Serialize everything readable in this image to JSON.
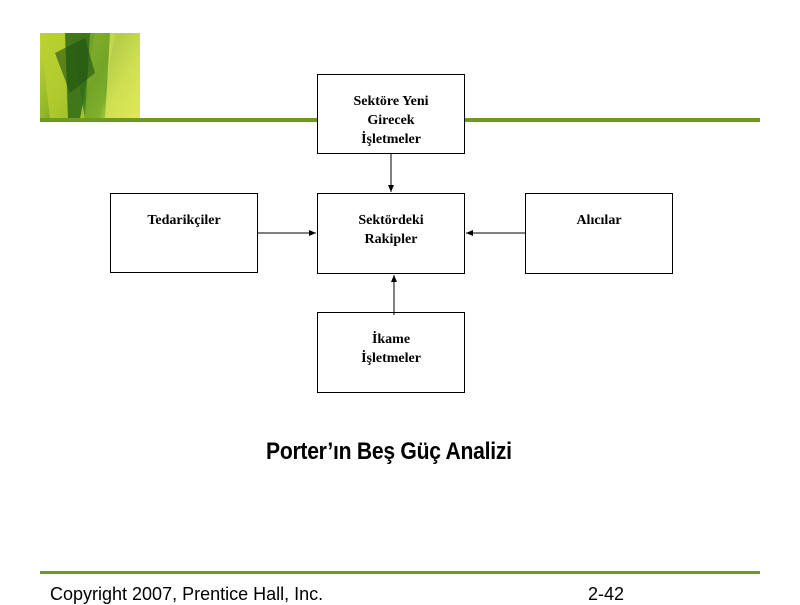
{
  "diagram": {
    "nodes": {
      "new_entrants": [
        "Sektöre Yeni",
        "Girecek",
        "İşletmeler"
      ],
      "suppliers": [
        "Tedarikçiler"
      ],
      "rivals": [
        "Sektördeki",
        "Rakipler"
      ],
      "buyers": [
        "Alıcılar"
      ],
      "substitutes": [
        "İkame",
        "İşletmeler"
      ]
    }
  },
  "title": "Porter’ın Beş Güç Analizi",
  "footer": {
    "copyright": "Copyright 2007, Prentice Hall, Inc.",
    "slide_number": "2-42"
  },
  "colors": {
    "accent": "#6e9a1f",
    "logo_dark": "#3f7d1c",
    "logo_light": "#c9d93a"
  }
}
